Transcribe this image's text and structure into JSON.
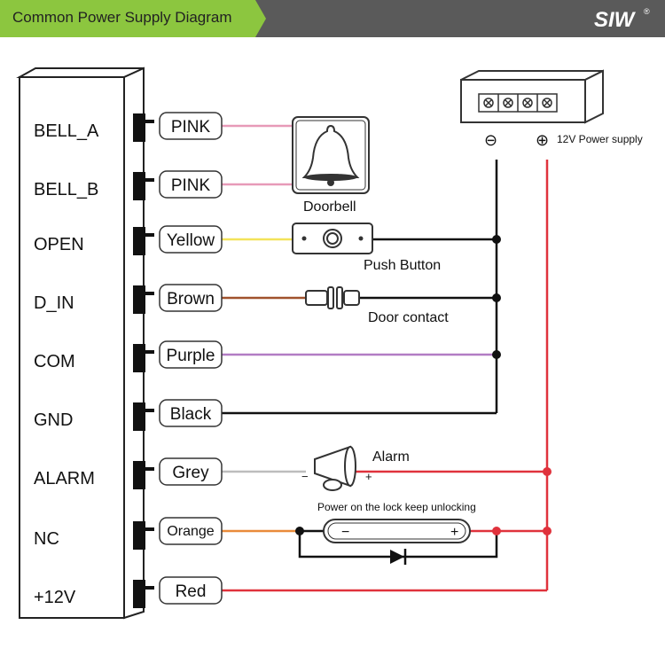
{
  "header": {
    "title": "Common Power Supply Diagram",
    "logo_text": "SIW",
    "registered_mark": "®",
    "accent_color": "#8cc63f",
    "bar_color": "#5a5a5a"
  },
  "terminals": [
    {
      "label": "BELL_A",
      "wire": "PINK"
    },
    {
      "label": "BELL_B",
      "wire": "PINK"
    },
    {
      "label": "OPEN",
      "wire": "Yellow"
    },
    {
      "label": "D_IN",
      "wire": "Brown"
    },
    {
      "label": "COM",
      "wire": "Purple"
    },
    {
      "label": "GND",
      "wire": "Black"
    },
    {
      "label": "ALARM",
      "wire": "Grey"
    },
    {
      "label": "NC",
      "wire": "Orange"
    },
    {
      "label": "+12V",
      "wire": "Red"
    }
  ],
  "wire_colors": {
    "pink": "#e79ab8",
    "yellow": "#f3e35a",
    "brown": "#a0522d",
    "purple": "#b27cc4",
    "black": "#111111",
    "grey": "#bdbdbd",
    "orange": "#e98b3a",
    "red": "#e0323c"
  },
  "components": {
    "doorbell": "Doorbell",
    "push_button": "Push Button",
    "door_contact": "Door contact",
    "alarm": "Alarm",
    "lock_note": "Power on the lock keep unlocking",
    "power_supply": "12V Power supply",
    "minus": "−",
    "plus": "+",
    "neg_symbol": "⊖",
    "pos_symbol": "⊕"
  }
}
